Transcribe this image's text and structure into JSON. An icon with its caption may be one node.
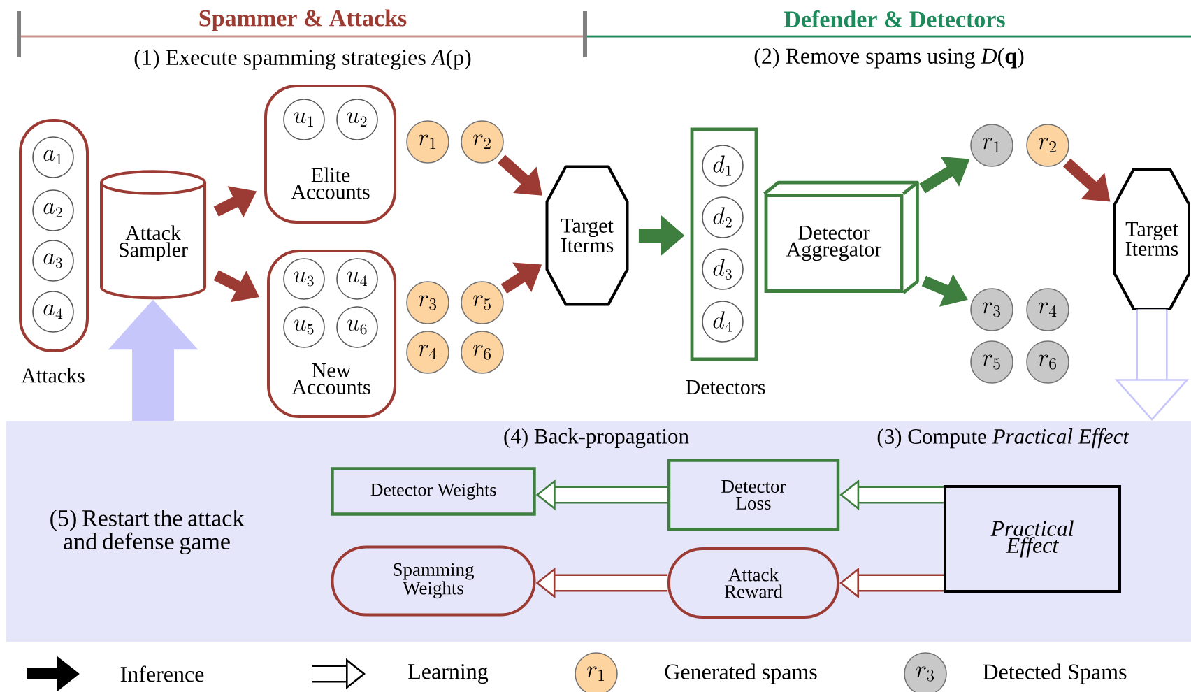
{
  "diagram": {
    "nodes": [
      {
        "text": [
          "Attacks"
        ]
      },
      {
        "text": [
          "a_1"
        ],
        "in": 0
      },
      {
        "text": [
          "a_2"
        ],
        "in": 0
      },
      {
        "text": [
          "a_3"
        ],
        "in": 0
      },
      {
        "text": [
          "a_4"
        ],
        "in": 0
      },
      {
        "text": [
          "Attack Sampler"
        ]
      },
      {
        "text": [
          "Elite Accounts"
        ]
      },
      {
        "text": [
          "u_1"
        ],
        "in": 6
      },
      {
        "text": [
          "u_2"
        ],
        "in": 6
      },
      {
        "text": [
          "New Accounts"
        ]
      },
      {
        "text": [
          "u_3"
        ],
        "in": 9
      },
      {
        "text": [
          "u_4"
        ],
        "in": 9
      },
      {
        "text": [
          "u_5"
        ],
        "in": 9
      },
      {
        "text": [
          "u_6"
        ],
        "in": 9
      },
      {
        "text": [
          "r_1"
        ]
      },
      {
        "text": [
          "r_2"
        ]
      },
      {
        "text": [
          "r_3"
        ]
      },
      {
        "text": [
          "r_5"
        ]
      },
      {
        "text": [
          "r_4"
        ]
      },
      {
        "text": [
          "r_6"
        ]
      },
      {
        "text": [
          "Target Iterms"
        ]
      },
      {
        "text": [
          "Detectors"
        ]
      },
      {
        "text": [
          "d_1"
        ],
        "in": 21
      },
      {
        "text": [
          "d_2"
        ],
        "in": 21
      },
      {
        "text": [
          "d_3"
        ],
        "in": 21
      },
      {
        "text": [
          "d_4"
        ],
        "in": 21
      },
      {
        "text": [
          "Detector Aggregator"
        ]
      },
      {
        "text": [
          "r_1"
        ]
      },
      {
        "text": [
          "r_2"
        ]
      },
      {
        "text": [
          "r_3"
        ]
      },
      {
        "text": [
          "r_4"
        ]
      },
      {
        "text": [
          "r_5"
        ]
      },
      {
        "text": [
          "r_6"
        ]
      },
      {
        "text": [
          "Target Iterms"
        ]
      },
      {
        "text": [
          "(4) Back-propagation",
          "(3) Compute *Practical Effect*",
          "(5) Restart the attack and defense game"
        ]
      },
      {
        "text": [
          "Detector Weights"
        ],
        "in": 34
      },
      {
        "text": [
          "Detector Loss"
        ],
        "in": 34
      },
      {
        "text": [
          "Practical Effect"
        ],
        "in": 34
      },
      {
        "text": [
          "Spamming Weights"
        ],
        "in": 34
      },
      {
        "text": [
          "Attack Reward"
        ],
        "in": 34
      }
    ],
    "edges": [
      {
        "from": 5,
        "to": 6,
        "arrow": "to",
        "color": "#9c3b33"
      },
      {
        "from": 5,
        "to": 9,
        "arrow": "to",
        "color": "#9c3b33"
      },
      {
        "from": 15,
        "to": 20,
        "arrow": "to",
        "color": "#9c3b33"
      },
      {
        "from": 17,
        "to": 20,
        "arrow": "to",
        "color": "#9c3b33"
      },
      {
        "from": 20,
        "to": 21,
        "arrow": "to",
        "color": "#3e7e3e"
      },
      {
        "from": 26,
        "to": 27,
        "arrow": "to",
        "color": "#3e7e3e"
      },
      {
        "from": 26,
        "to": 29,
        "arrow": "to",
        "color": "#3e7e3e"
      },
      {
        "from": 28,
        "to": 33,
        "arrow": "to",
        "color": "#9c3b33"
      },
      {
        "from": 33,
        "to": 34,
        "arrow": "to",
        "style": "thick",
        "color": "#c6c6fb"
      },
      {
        "from": 34,
        "to": 5,
        "arrow": "to",
        "style": "thick",
        "color": "#c6c6fb"
      },
      {
        "from": 37,
        "to": 36,
        "arrow": "to",
        "color": "#3e7e3e"
      },
      {
        "from": 37,
        "to": 39,
        "arrow": "to",
        "color": "#9c3b33"
      },
      {
        "from": 36,
        "to": 35,
        "arrow": "to",
        "color": "#3e7e3e"
      },
      {
        "from": 39,
        "to": 38,
        "arrow": "to",
        "color": "#9c3b33"
      }
    ],
    "labels": [
      "Spammer & Attacks",
      "(1) Execute spamming strategies *A*(p)",
      "Defender & Detectors",
      "(2) Remove spams using *D*(**q**)",
      "r_1",
      "r_3"
    ],
    "legend": [
      {
        "text": "Inference"
      },
      {
        "text": "Learning"
      },
      {
        "text": "Generated spams",
        "color": "#fdd3a0"
      },
      {
        "text": "Detected Spams",
        "color": "#c8c8c8"
      }
    ]
  }
}
